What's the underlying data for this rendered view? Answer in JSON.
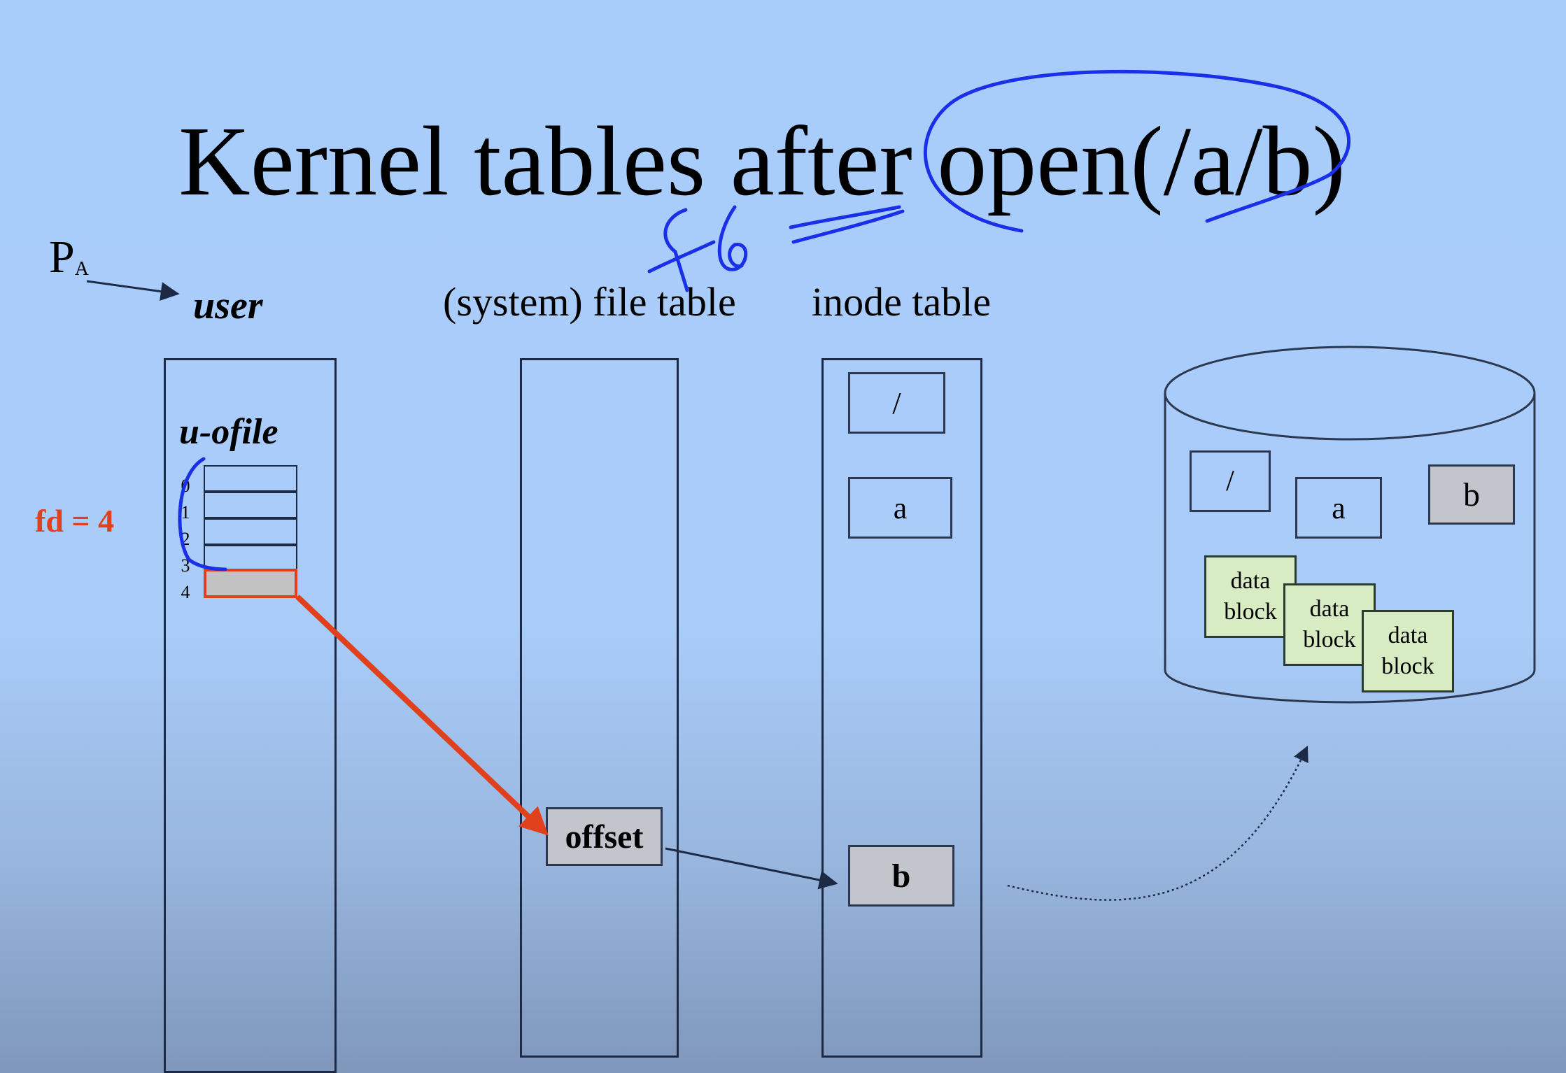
{
  "title": "Kernel tables after open(/a/b)",
  "process_label": "P",
  "process_subscript": "A",
  "user_label": "user",
  "file_table_label": "(system) file table",
  "inode_table_label": "inode  table",
  "uofile_label": "u-ofile",
  "fd_label": "fd = 4",
  "slots": [
    "0",
    "1",
    "2",
    "3",
    "4"
  ],
  "offset_label": "offset",
  "inode_entries": {
    "root": "/",
    "a": "a",
    "b": "b"
  },
  "disk_entries": {
    "root": "/",
    "a": "a",
    "b": "b"
  },
  "data_blocks": [
    {
      "line1": "data",
      "line2": "block"
    },
    {
      "line1": "data",
      "line2": "block"
    },
    {
      "line1": "data",
      "line2": "block"
    }
  ],
  "handwritten_annotation": "fd",
  "colors": {
    "pointer_arrow": "#e0401c",
    "ink_annotation": "#1a2fe8",
    "background_top": "#a9cdfb",
    "data_block_fill": "#d7ecc3"
  }
}
